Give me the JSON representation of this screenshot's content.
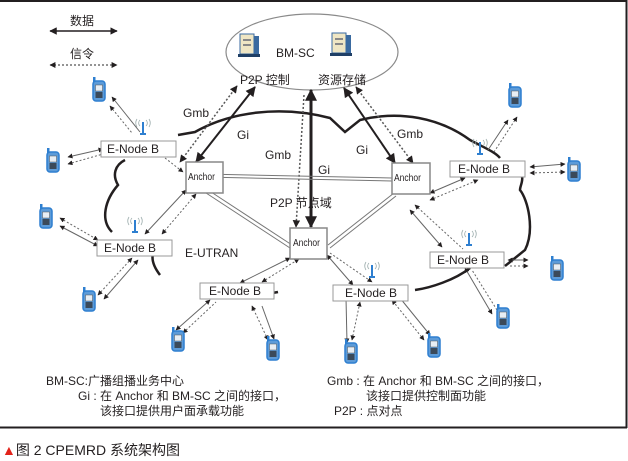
{
  "legend": {
    "data_label": "数据",
    "signal_label": "信令"
  },
  "bmsc": {
    "title": "BM-SC",
    "p2p_control": "P2P 控制",
    "storage": "资源存储"
  },
  "anchors": [
    {
      "label": "Anchor"
    },
    {
      "label": "Anchor"
    },
    {
      "label": "Anchor"
    }
  ],
  "enodebs": [
    {
      "label": "E-Node B"
    },
    {
      "label": "E-Node B"
    },
    {
      "label": "E-Node B"
    },
    {
      "label": "E-Node B"
    },
    {
      "label": "E-Node B"
    },
    {
      "label": "E-Node B"
    }
  ],
  "link_labels": {
    "gmb_left": "Gmb",
    "gi_left": "Gi",
    "gmb_center": "Gmb",
    "gi_center": "Gi",
    "gi_right": "Gi",
    "gmb_right": "Gmb"
  },
  "regions": {
    "p2p_domain": "P2P 节点域",
    "eutran": "E-UTRAN"
  },
  "footnotes": {
    "bmsc_def": "BM-SC:广播组播业务中心",
    "gi_def_1": "Gi : 在 Anchor 和 BM-SC 之间的接口，",
    "gi_def_2": "该接口提供用户面承载功能",
    "gmb_def_1": "Gmb : 在 Anchor 和 BM-SC 之间的接口，",
    "gmb_def_2": "该接口提供控制面功能",
    "p2p_def": "P2P : 点对点"
  },
  "caption": {
    "marker": "▲",
    "text": "图 2  CPEMRD 系统架构图"
  },
  "colors": {
    "phone_blue": "#2e7fd0",
    "caption_marker": "#e2231a",
    "line": "#231f20"
  }
}
